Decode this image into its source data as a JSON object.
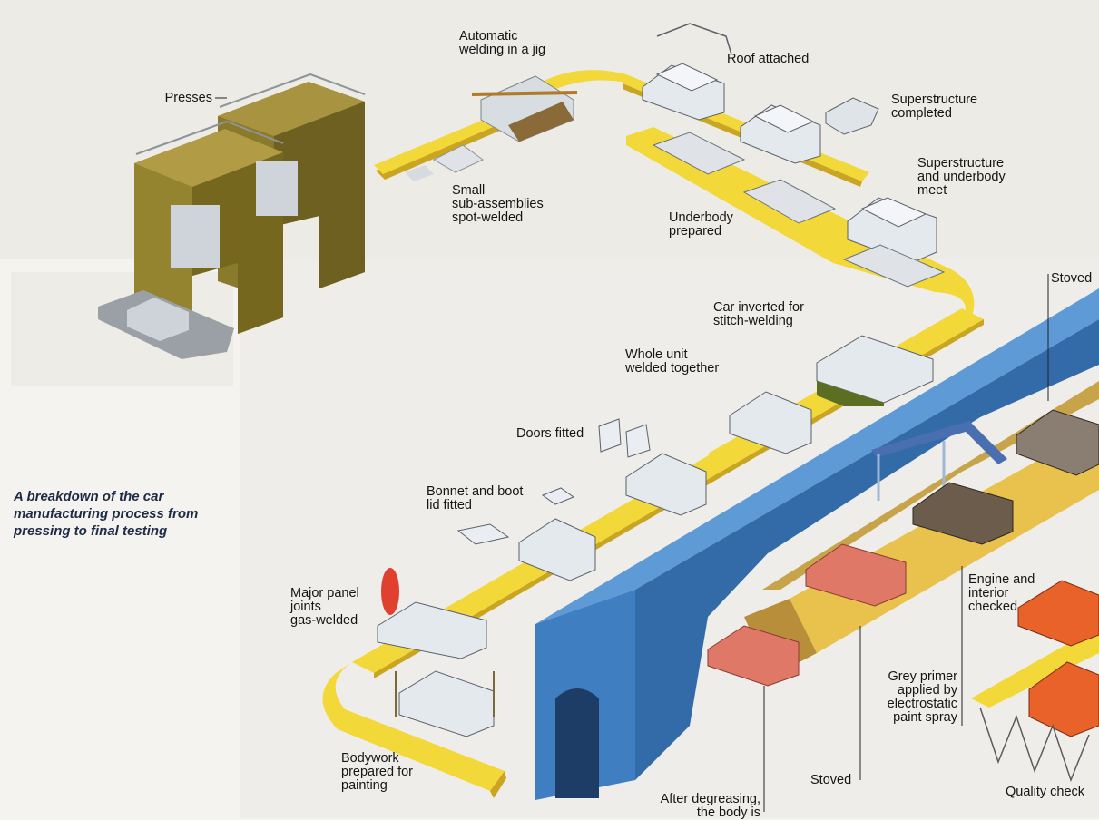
{
  "caption": "A breakdown of the car\nmanufacturing process from\npressing to final testing",
  "labels": {
    "presses": "Presses",
    "automatic_welding": "Automatic\nwelding in a jig",
    "roof_attached": "Roof attached",
    "superstructure_completed": "Superstructure\ncompleted",
    "small_subassemblies": "Small\nsub-assemblies\nspot-welded",
    "superstructure_underbody": "Superstructure\nand underbody\nmeet",
    "underbody_prepared": "Underbody\nprepared",
    "stoved_top": "Stoved",
    "car_inverted": "Car inverted for\nstitch-welding",
    "whole_unit": "Whole unit\nwelded together",
    "doors_fitted": "Doors fitted",
    "bonnet_boot": "Bonnet and boot\nlid fitted",
    "major_panel": "Major panel\njoints\ngas-welded",
    "engine_interior": "Engine and\ninterior\nchecked",
    "grey_primer": "Grey primer\napplied by\nelectrostatic\npaint spray",
    "bodywork_prepared": "Bodywork\nprepared for\npainting",
    "stoved_bottom": "Stoved",
    "after_degreasing": "After degreasing,\nthe body is",
    "quality_check": "Quality check"
  },
  "colors": {
    "conveyor_yellow": "#f3d83a",
    "tunnel_blue": "#3f7ec0",
    "press_olive": "#8a7a2c",
    "car_silver": "#e4e9ee",
    "car_red": "#e07868",
    "car_orange": "#e8622a",
    "caption_navy": "#1d2b44"
  }
}
